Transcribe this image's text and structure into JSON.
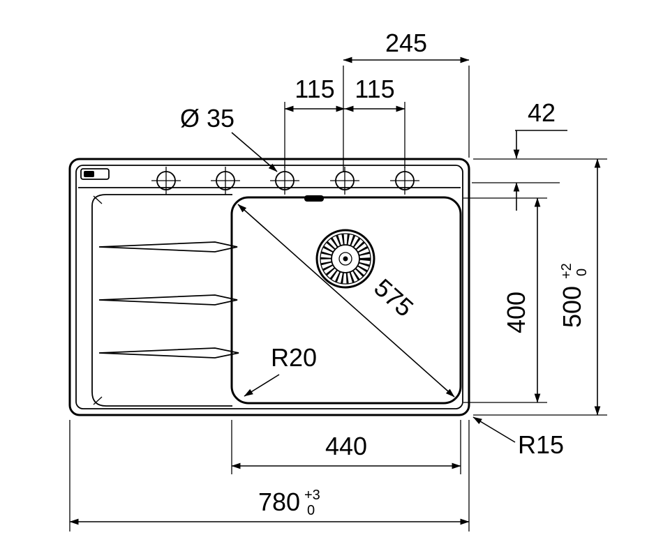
{
  "drawing": {
    "subject": "kitchen-sink-top-view-dimension-drawing",
    "colors": {
      "line": "#000000",
      "background": "#ffffff"
    }
  },
  "labels": {
    "hole_offset_width": "245",
    "hole_spacing_left": "115",
    "hole_spacing_right": "115",
    "hole_diameter": "Ø 35",
    "edge_to_hole": "42",
    "overall_depth": "500",
    "overall_depth_tol_plus": "+2",
    "overall_depth_tol_minus": "0",
    "bowl_depth": "400",
    "bowl_diagonal": "575",
    "bowl_corner_radius": "R20",
    "bowl_width": "440",
    "overall_width": "780",
    "overall_width_tol_plus": "+3",
    "overall_width_tol_minus": "0",
    "outer_corner_radius": "R15"
  }
}
